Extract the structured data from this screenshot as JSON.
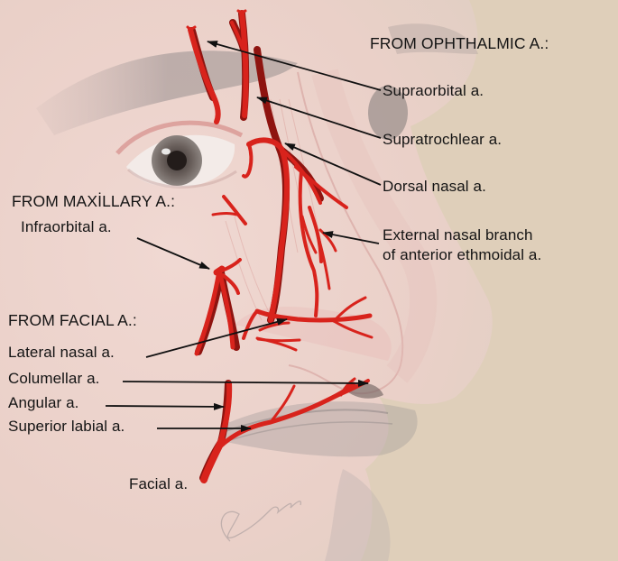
{
  "figure": {
    "subject": "Arterial supply of the nose (lateral oblique view)",
    "colors": {
      "background_beige": "#dfcfba",
      "skin": "#ecd3cc",
      "artery_red": "#d8231c",
      "artery_outline": "#8e1410",
      "arrow_black": "#111111",
      "text": "#141414"
    }
  },
  "groups": {
    "ophthalmic": {
      "header": "FROM OPHTHALMIC A.:",
      "items": [
        {
          "label": "Supraorbital a."
        },
        {
          "label": "Supratrochlear a."
        },
        {
          "label": "Dorsal nasal a."
        },
        {
          "label_line1": "External nasal branch",
          "label_line2": "of anterior ethmoidal a."
        }
      ]
    },
    "maxillary": {
      "header": "FROM MAXİLLARY A.:",
      "items": [
        {
          "label": "Infraorbital a."
        }
      ]
    },
    "facial": {
      "header": "FROM FACIAL A.:",
      "items": [
        {
          "label": "Lateral nasal a."
        },
        {
          "label": "Columellar a."
        },
        {
          "label": "Angular a."
        },
        {
          "label": "Superior labial a."
        },
        {
          "label": "Facial a."
        }
      ]
    }
  }
}
